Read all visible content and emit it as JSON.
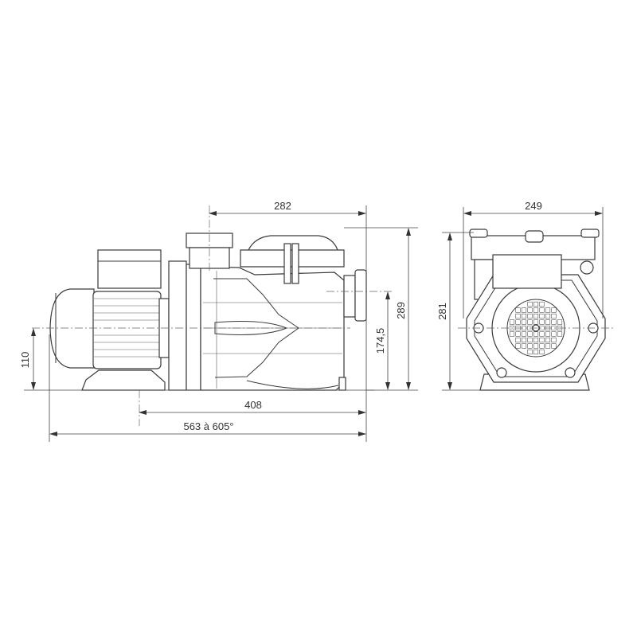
{
  "dimensions": {
    "side_top_width": "282",
    "side_base_height": "110",
    "side_outlet_height": "174,5",
    "side_total_height": "289",
    "side_pump_length": "408",
    "side_total_length": "563 à 605°",
    "front_width": "249",
    "front_height": "281"
  }
}
